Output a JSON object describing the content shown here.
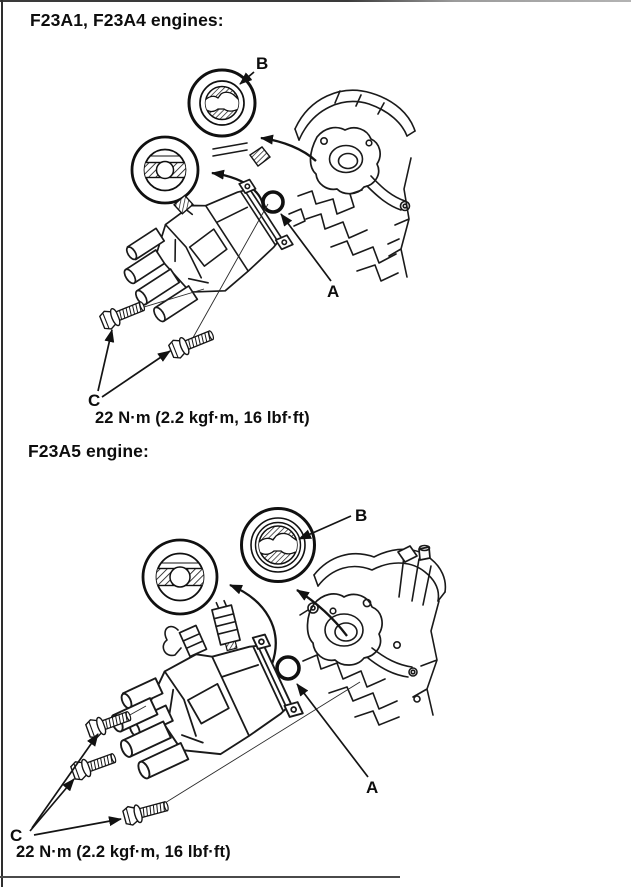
{
  "page": {
    "ink_color": "#1a1a1a",
    "text_color": "#0d0d0d",
    "background": "#ffffff"
  },
  "sections": [
    {
      "id": "f23a1-f23a4",
      "title": "F23A1, F23A4 engines:",
      "callouts": {
        "a": "A",
        "b": "B",
        "c": "C"
      },
      "torque_note": "22 N·m (2.2 kgf·m, 16 lbf·ft)"
    },
    {
      "id": "f23a5",
      "title": "F23A5 engine:",
      "callouts": {
        "a": "A",
        "b": "B",
        "c": "C"
      },
      "torque_note": "22 N·m (2.2 kgf·m, 16 lbf·ft)"
    }
  ]
}
